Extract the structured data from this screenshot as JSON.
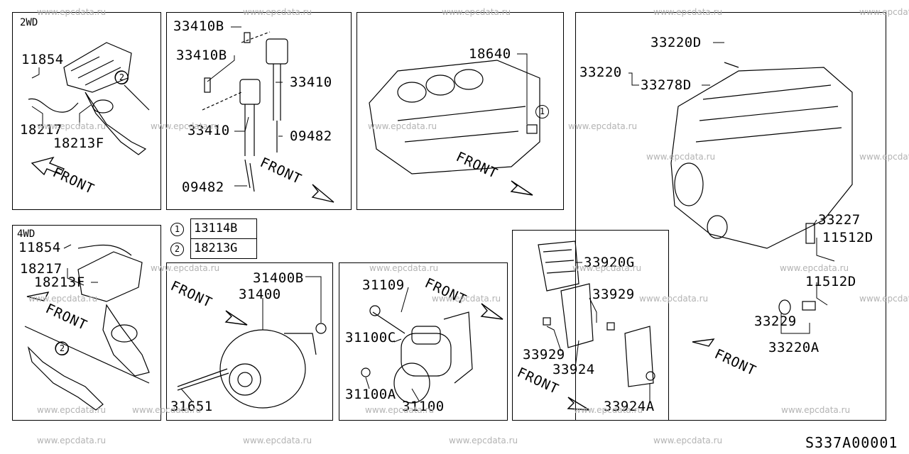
{
  "panels": {
    "p2wd": {
      "tag": "2WD",
      "labels": [
        "11854",
        "18217",
        "18213F"
      ],
      "front": "FRONT",
      "circle": "2"
    },
    "ignition": {
      "labels": [
        "33410B",
        "33410B",
        "33410",
        "33410",
        "09482",
        "09482"
      ],
      "front": "FRONT"
    },
    "block": {
      "labels": [
        "18640"
      ],
      "front": "FRONT",
      "circle": "1"
    },
    "engine": {
      "labels": [
        "33220D",
        "33220",
        "33278D",
        "33227",
        "11512D",
        "11512D",
        "33229",
        "33220A"
      ],
      "front": "FRONT"
    },
    "p4wd": {
      "tag": "4WD",
      "labels": [
        "11854",
        "18217",
        "18213F"
      ],
      "front": "FRONT",
      "circle": "2"
    },
    "alternator": {
      "labels": [
        "31400B",
        "31400",
        "31651"
      ],
      "front": "FRONT"
    },
    "starter": {
      "labels": [
        "31109",
        "31100C",
        "31100A",
        "31100"
      ],
      "front": "FRONT"
    },
    "bracket": {
      "labels": [
        "33920G",
        "33929",
        "33929",
        "33924",
        "33924A"
      ],
      "front": "FRONT"
    }
  },
  "legend": [
    {
      "circle": "1",
      "part": "13114B"
    },
    {
      "circle": "2",
      "part": "18213G"
    }
  ],
  "watermark": "www.epcdata.ru",
  "diagram_code": "S337A00001"
}
